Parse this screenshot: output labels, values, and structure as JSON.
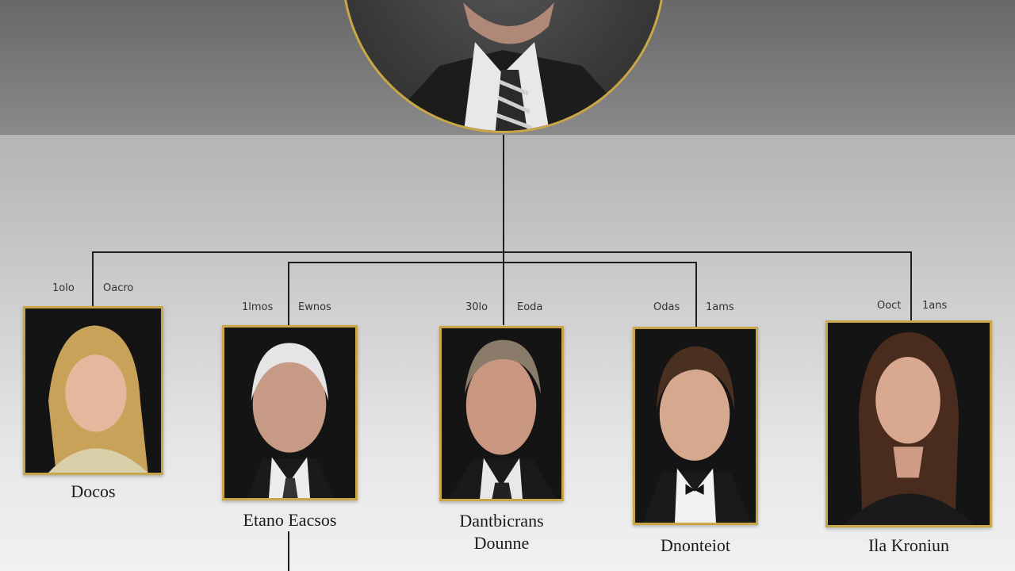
{
  "root": {
    "name": ""
  },
  "members": [
    {
      "id": "m1",
      "labels": [
        "1olo",
        "Oacro"
      ],
      "name_lines": [
        "Docos"
      ]
    },
    {
      "id": "m2",
      "labels": [
        "1lmos",
        "Ewnos"
      ],
      "name_lines": [
        "Etano Eacsos"
      ]
    },
    {
      "id": "m3",
      "labels": [
        "30lo",
        "Eoda"
      ],
      "name_lines": [
        "Dantbicrans",
        "Dounne"
      ]
    },
    {
      "id": "m4",
      "labels": [
        "Odas",
        "1ams"
      ],
      "name_lines": [
        "Dnonteiot"
      ]
    },
    {
      "id": "m5",
      "labels": [
        "Ooct",
        "1ans"
      ],
      "name_lines": [
        "Ila Kroniun"
      ]
    }
  ],
  "colors": {
    "frame": "#c9a646",
    "connector": "#1e1e1e",
    "background": "#c4c4c4"
  }
}
